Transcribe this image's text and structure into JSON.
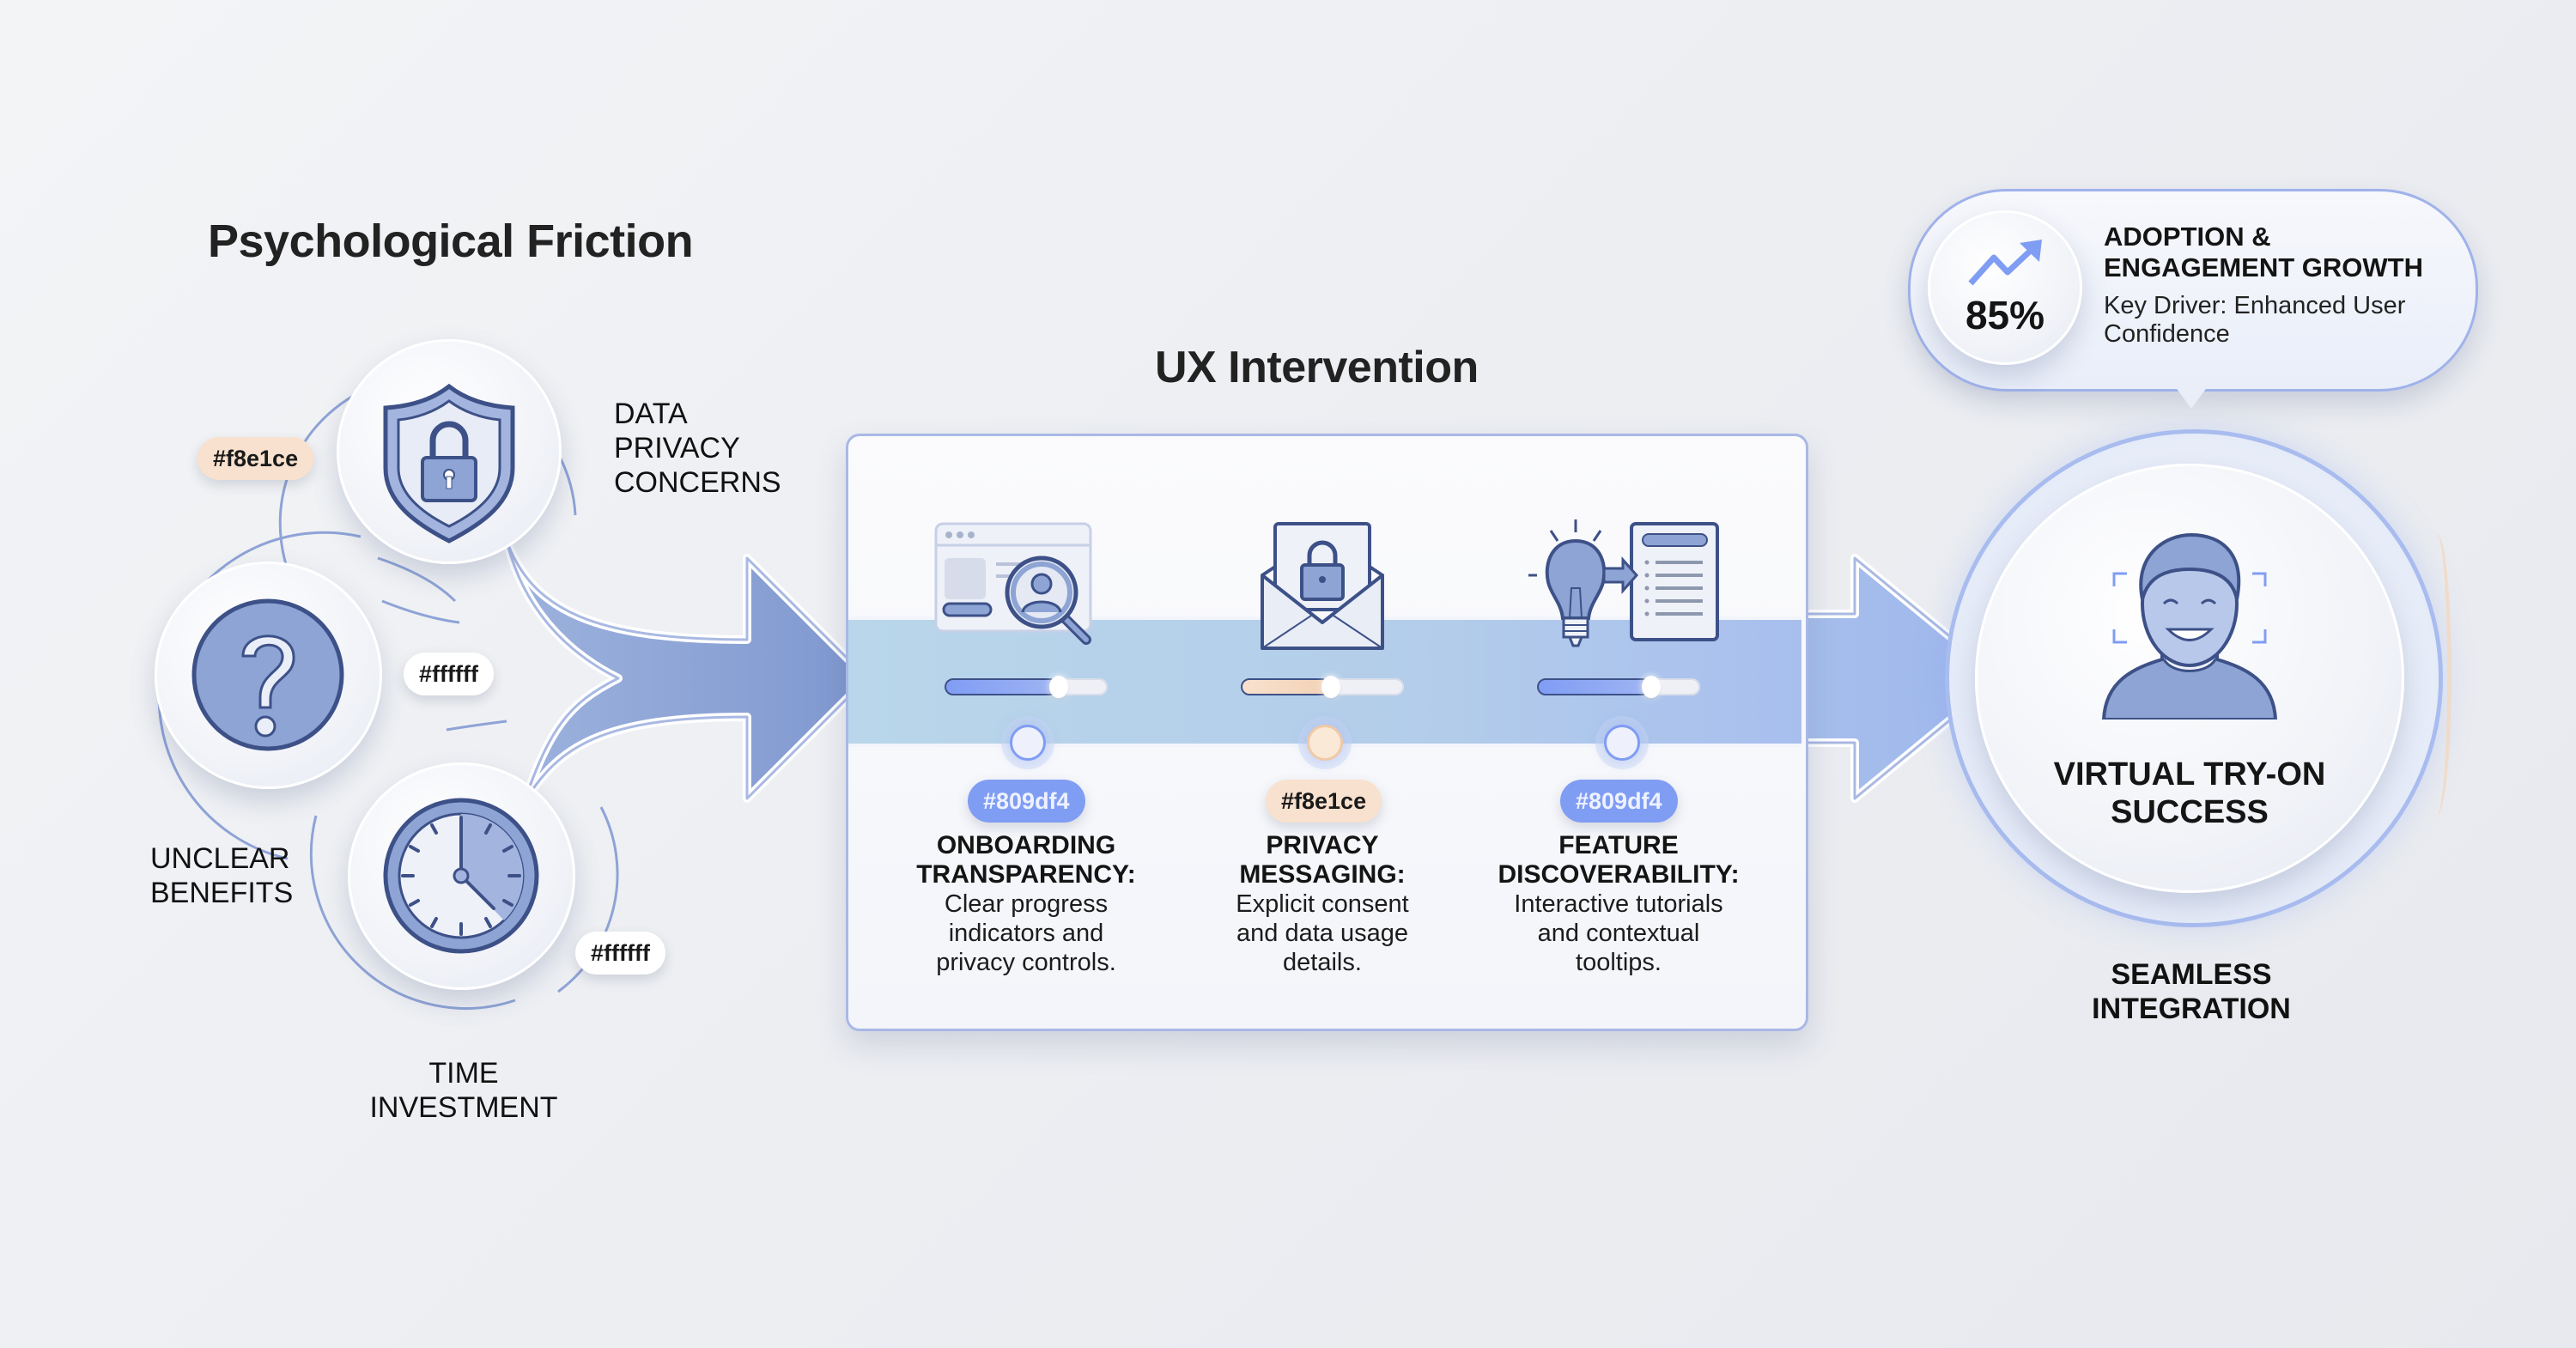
{
  "friction": {
    "title": "Psychological Friction",
    "items": [
      {
        "label_lines": [
          "DATA",
          "PRIVACY",
          "CONCERNS"
        ],
        "icon": "shield-lock-icon",
        "badge": "#f8e1ce"
      },
      {
        "label_lines": [
          "UNCLEAR",
          "BENEFITS"
        ],
        "icon": "question-mark-icon",
        "badge": "#ffffff"
      },
      {
        "label_lines": [
          "TIME",
          "INVESTMENT"
        ],
        "icon": "clock-icon",
        "badge": "#ffffff"
      }
    ]
  },
  "intervention": {
    "title": "UX Intervention",
    "columns": [
      {
        "icon": "browser-search-user-icon",
        "badge": "#809df4",
        "title_lines": [
          "ONBOARDING",
          "TRANSPARENCY:"
        ],
        "desc_lines": [
          "Clear progress",
          "indicators and",
          "privacy controls."
        ],
        "progress": 0.7,
        "accent": "#809df4"
      },
      {
        "icon": "envelope-lock-icon",
        "badge": "#f8e1ce",
        "title_lines": [
          "PRIVACY",
          "MESSAGING:"
        ],
        "desc_lines": [
          "Explicit consent",
          "and data usage",
          "details."
        ],
        "progress": 0.55,
        "accent": "#f8e1ce"
      },
      {
        "icon": "lightbulb-checklist-icon",
        "badge": "#809df4",
        "title_lines": [
          "FEATURE",
          "DISCOVERABILITY:"
        ],
        "desc_lines": [
          "Interactive tutorials",
          "and contextual",
          "tooltips."
        ],
        "progress": 0.7,
        "accent": "#809df4"
      }
    ]
  },
  "outcome": {
    "title_lines": [
      "VIRTUAL TRY-ON",
      "SUCCESS"
    ],
    "subtitle_lines": [
      "SEAMLESS",
      "INTEGRATION"
    ],
    "icon": "smiling-user-face-scan-icon"
  },
  "stat": {
    "value": "85%",
    "title_lines": [
      "ADOPTION &",
      "ENGAGEMENT GROWTH"
    ],
    "desc_lines": [
      "Key Driver: Enhanced User",
      "Confidence"
    ],
    "icon": "trend-up-arrow-icon"
  },
  "colors": {
    "accent_blue": "#809df4",
    "accent_peach": "#f8e1ce",
    "white": "#ffffff",
    "icon_fill": "#8da4d4",
    "icon_stroke": "#3d5188"
  }
}
